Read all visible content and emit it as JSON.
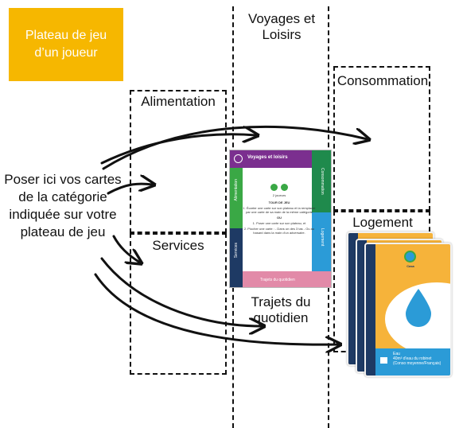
{
  "title": "Plateau de jeu\nd’un joueur",
  "instruction": "Poser ici vos cartes de la catégorie indiquée sur votre plateau de jeu",
  "zones": {
    "voyages": "Voyages et Loisirs",
    "alimentation": "Alimentation",
    "consommation": "Consommation",
    "services": "Services",
    "logement": "Logement",
    "trajets": "Trajets du quotidien"
  },
  "board": {
    "voyages": "Voyages et loisirs",
    "alimentation": "Alimentation",
    "consommation": "Consommation",
    "services": "Services",
    "logement": "Logement",
    "trajets": "Trajets du quotidien",
    "players": "2 joueurs",
    "tour_title": "TOUR DE JEU",
    "rule1": "1. Écarter une carte sur son plateau et la remplacer par une carte de sa main de la même catégorie",
    "ou": "OU",
    "rule2": "1. Poser une carte sur son plateau, et",
    "rule3": "2. Piocher une carte : - Dans un des 3 tas - Ou au hasard dans la main d'un adversaire."
  },
  "card": {
    "text": "Eau\n40m³ d'eau du robinet\n(Conso moyenne/Français)",
    "logo": "Casa"
  },
  "colors": {
    "title_bg": "#f6b700",
    "voyages": "#7b2f8f",
    "alimentation": "#3aa845",
    "consommation": "#1f8a4c",
    "services": "#1e3a64",
    "logement": "#2b9bd7",
    "trajets": "#e28aa8",
    "card_bg": "#f6b33a",
    "water": "#2b9bd7"
  }
}
